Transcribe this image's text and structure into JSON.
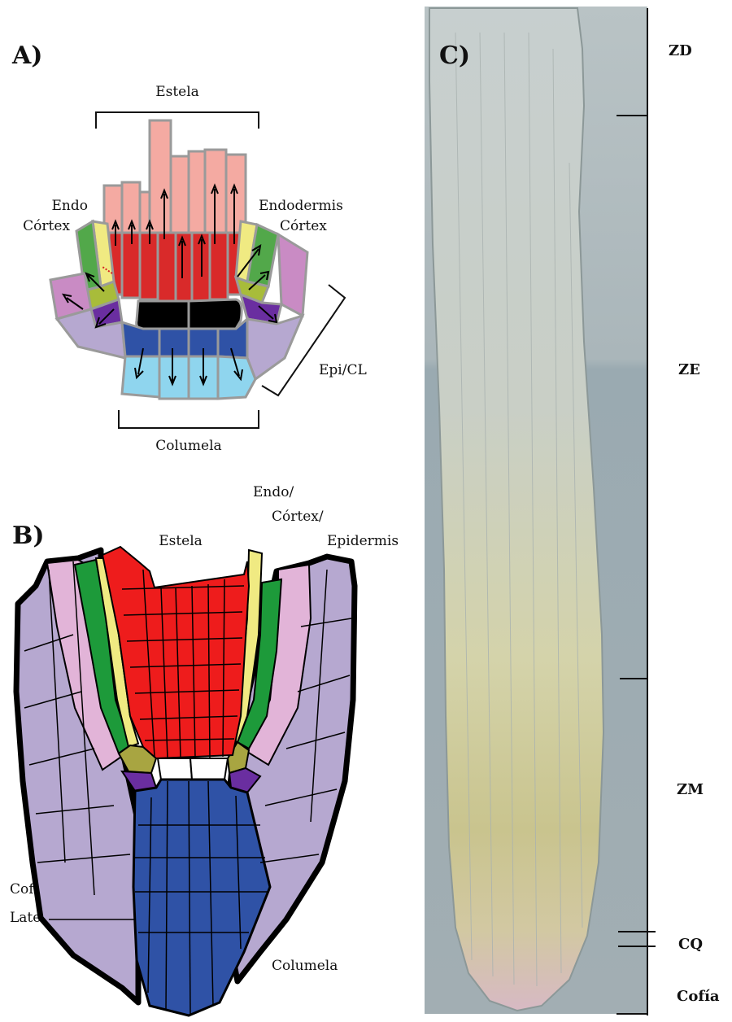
{
  "panel_a": {
    "letter": "A)",
    "labels": {
      "estela": "Estela",
      "endo_left": "Endo",
      "cortex_left": "Córtex",
      "endodermis_right": "Endodermis",
      "cortex_right": "Córtex",
      "epi_cl": "Epi/CL",
      "columela": "Columela"
    }
  },
  "panel_b": {
    "letter": "B)",
    "labels": {
      "estela": "Estela",
      "endo_line1": "Endo/",
      "endo_line2": "Córtex/",
      "endo_line3": "Epidermis",
      "cofia_line1": "Cofía",
      "cofia_line2": "Lateral",
      "columela": "Columela"
    }
  },
  "panel_c": {
    "letter": "C)",
    "zones": [
      "ZD",
      "ZE",
      "ZM",
      "CQ",
      "Cofía"
    ]
  },
  "colors": {
    "stele_light": "#f4aaa2",
    "stele_red": "#d92a2a",
    "red_bright": "#ee1c1c",
    "endodermis_yellow": "#f0ea82",
    "cortex_green": "#52a84a",
    "cortex_green_dark": "#1d9a3a",
    "epidermis_pink": "#c98bc4",
    "epidermis_pink_light": "#e2b4d8",
    "olive": "#a8a541",
    "lateral_cap_lilac": "#b6a8d0",
    "dark_purple": "#6a2ea0",
    "columella_blue": "#2f52a6",
    "columella_light": "#8fd5ee",
    "qc_black": "#000000"
  }
}
